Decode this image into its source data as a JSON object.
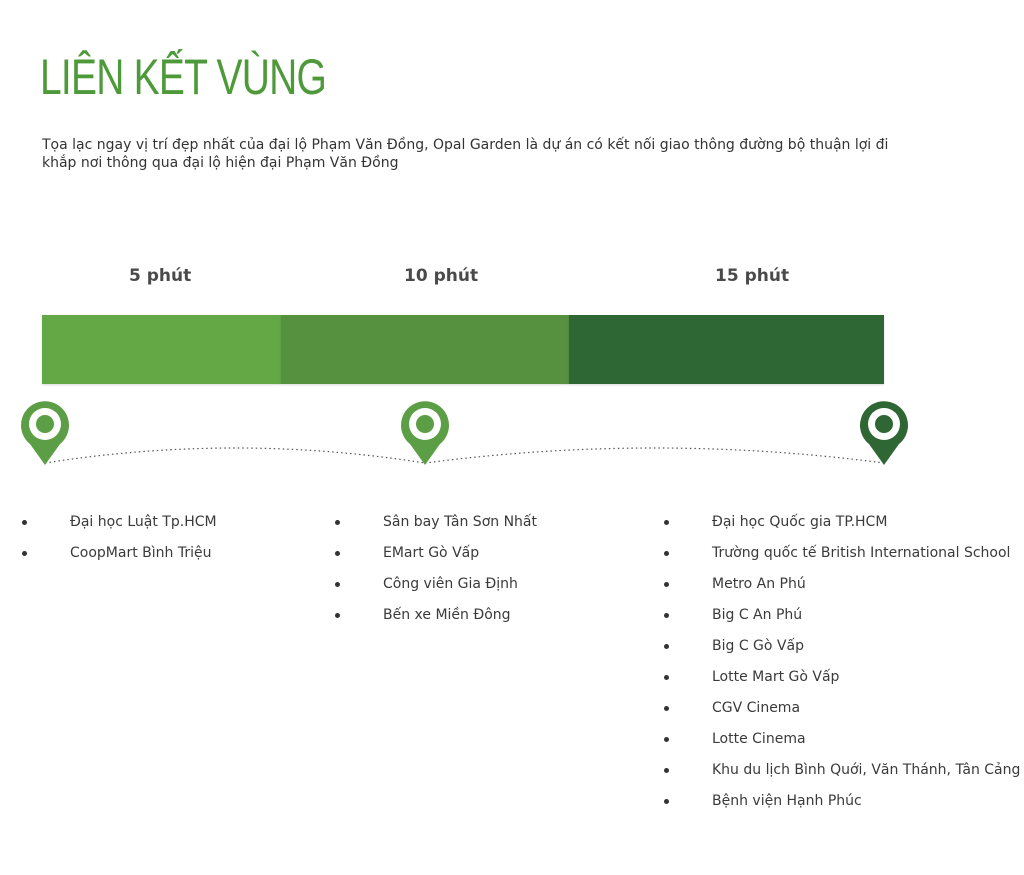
{
  "title": "LIÊN KẾT VÙNG",
  "intro": "Tọa lạc ngay vị trí đẹp nhất của đại lộ Phạm Văn Đồng, Opal Garden là dự án có kết nối giao thông đường bộ thuận lợi đi khắp nơi thông qua đại lộ hiện đại Phạm Văn Đồng",
  "colors": {
    "segment_5": "#63a844",
    "segment_10": "#55913f",
    "segment_15": "#2f6734",
    "pin_light": "#5c9e45",
    "pin_dark": "#2f6734",
    "title": "#4e9a3a"
  },
  "segments": [
    {
      "label": "5 phút"
    },
    {
      "label": "10 phút"
    },
    {
      "label": "15 phút"
    }
  ],
  "pins": [
    {
      "icon": "map-pin-icon"
    },
    {
      "icon": "map-pin-icon"
    },
    {
      "icon": "map-pin-icon"
    }
  ],
  "lists": {
    "five": [
      "Đại học Luật Tp.HCM",
      "CoopMart Bình Triệu"
    ],
    "ten": [
      "Sân bay Tân Sơn Nhất",
      "EMart Gò Vấp",
      "Công viên Gia Định",
      "Bến xe Miền Đông"
    ],
    "fifteen": [
      "Đại học Quốc gia TP.HCM",
      "Trường quốc tế British International School",
      "Metro An Phú",
      "Big C An Phú",
      "Big C Gò Vấp",
      "Lotte Mart Gò Vấp",
      "CGV Cinema",
      "Lotte Cinema",
      "Khu du lịch Bình Quới, Văn Thánh, Tân Cảng",
      "Bệnh viện Hạnh Phúc"
    ]
  }
}
